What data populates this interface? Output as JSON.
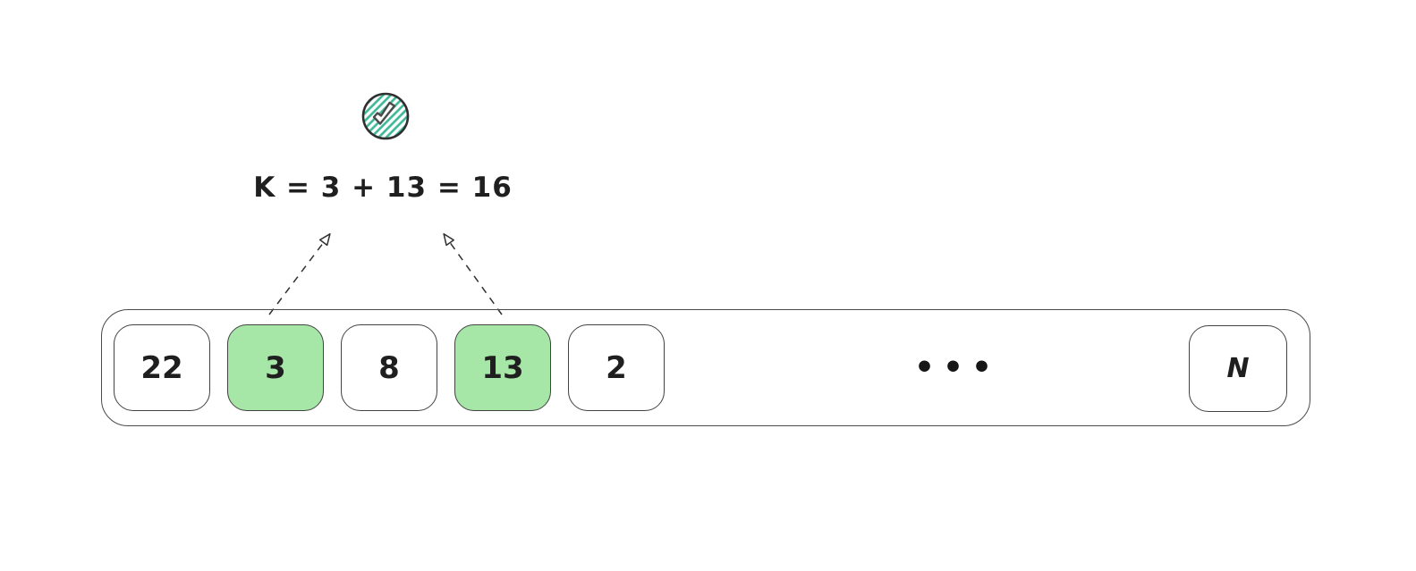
{
  "diagram": {
    "formula": "K = 3 + 13 = 16",
    "ellipsis": "•••",
    "array_cells": [
      {
        "value": "22",
        "highlighted": false
      },
      {
        "value": "3",
        "highlighted": true
      },
      {
        "value": "8",
        "highlighted": false
      },
      {
        "value": "13",
        "highlighted": true
      },
      {
        "value": "2",
        "highlighted": false
      },
      {
        "value": "N",
        "highlighted": false
      }
    ],
    "icons": {
      "check": "✓"
    },
    "colors": {
      "highlight_green": "#a6e7a8",
      "check_teal": "#3bb795",
      "stroke_dark": "#2f2f2f"
    }
  }
}
